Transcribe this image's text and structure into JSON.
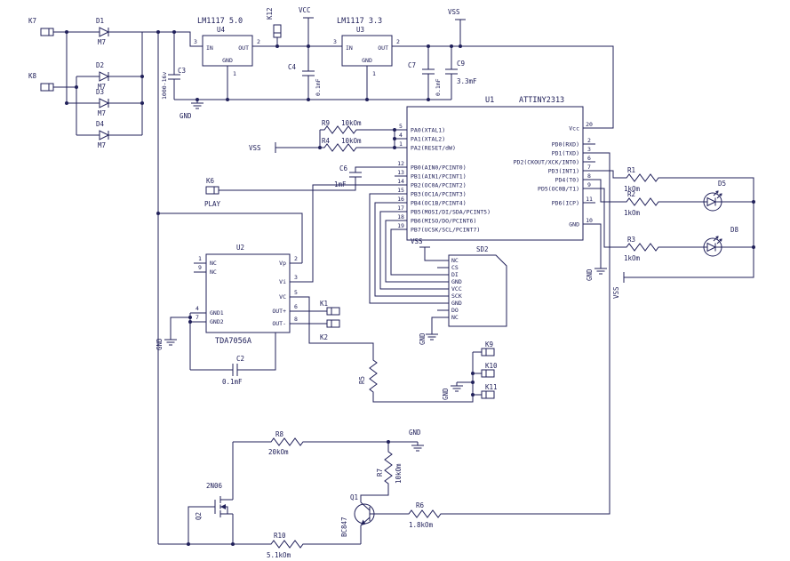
{
  "colors": {
    "ink": "#20205a"
  },
  "power": {
    "vcc": "VCC",
    "vss": "VSS",
    "gnd": "GND"
  },
  "connectors": {
    "k1": "K1",
    "k2": "K2",
    "k6": "K6",
    "k6_caption": "PLAY",
    "k7": "K7",
    "k8": "K8",
    "k9": "K9",
    "k10": "K10",
    "k11": "K11",
    "k12": "K12"
  },
  "diodes": {
    "d1": {
      "ref": "D1",
      "value": "M7"
    },
    "d2": {
      "ref": "D2",
      "value": "M7"
    },
    "d3": {
      "ref": "D3",
      "value": "M7"
    },
    "d4": {
      "ref": "D4",
      "value": "M7"
    }
  },
  "leds": {
    "d5": "D5",
    "d8": "D8"
  },
  "regulators": {
    "u4": {
      "ref": "U4",
      "part": "LM1117 5.0",
      "pin_in": "IN",
      "pin_out": "OUT",
      "pin_gnd": "GND",
      "num_in": "3",
      "num_out": "2",
      "num_gnd": "1"
    },
    "u3": {
      "ref": "U3",
      "part": "LM1117 3.3",
      "pin_in": "IN",
      "pin_out": "OUT",
      "pin_gnd": "GND",
      "num_in": "3",
      "num_out": "2",
      "num_gnd": "1"
    }
  },
  "capacitors": {
    "c2": {
      "ref": "C2",
      "value": "0.1mF"
    },
    "c3": {
      "ref": "C3",
      "value": "1000-16v"
    },
    "c4": {
      "ref": "C4",
      "value": "0.1mF"
    },
    "c6": {
      "ref": "C6",
      "value": "1mF"
    },
    "c7": {
      "ref": "C7",
      "value": "0.1mF"
    },
    "c9": {
      "ref": "C9",
      "value": "3.3mF"
    }
  },
  "resistors": {
    "r1": {
      "ref": "R1",
      "value": "1kOm"
    },
    "r2": {
      "ref": "R2",
      "value": "1kOm"
    },
    "r3": {
      "ref": "R3",
      "value": "1kOm"
    },
    "r4": {
      "ref": "R4",
      "value": "10kOm"
    },
    "r5": {
      "ref": "R5"
    },
    "r6": {
      "ref": "R6",
      "value": "1.8kOm"
    },
    "r7": {
      "ref": "R7",
      "value": "10kOm"
    },
    "r8": {
      "ref": "R8",
      "value": "20kOm"
    },
    "r9": {
      "ref": "R9",
      "value": "10kOm"
    },
    "r10": {
      "ref": "R10",
      "value": "5.1kOm"
    }
  },
  "transistors": {
    "q1": {
      "ref": "Q1",
      "part": "BC847"
    },
    "q2": {
      "ref": "Q2",
      "part": "2N06"
    }
  },
  "mcu": {
    "ref": "U1",
    "part": "ATTINY2313",
    "left": [
      {
        "n": "5",
        "name": "PA0(XTAL1)"
      },
      {
        "n": "4",
        "name": "PA1(XTAL2)"
      },
      {
        "n": "1",
        "name": "PA2(RESET/dW)"
      },
      {
        "n": "12",
        "name": "PB0(AIN0/PCINT0)"
      },
      {
        "n": "13",
        "name": "PB1(AIN1/PCINT1)"
      },
      {
        "n": "14",
        "name": "PB2(OC0A/PCINT2)"
      },
      {
        "n": "15",
        "name": "PB3(OC1A/PCINT3)"
      },
      {
        "n": "16",
        "name": "PB4(OC1B/PCINT4)"
      },
      {
        "n": "17",
        "name": "PB5(MOSI/DI/SDA/PCINT5)"
      },
      {
        "n": "18",
        "name": "PB6(MISO/DO/PCINT6)"
      },
      {
        "n": "19",
        "name": "PB7(UCSK/SCL/PCINT7)"
      }
    ],
    "right": [
      {
        "n": "20",
        "name": "Vcc"
      },
      {
        "n": "2",
        "name": "PD0(RXD)"
      },
      {
        "n": "3",
        "name": "PD1(TXD)"
      },
      {
        "n": "6",
        "name": "PD2(CKOUT/XCK/INT0)"
      },
      {
        "n": "7",
        "name": "PD3(INT1)"
      },
      {
        "n": "8",
        "name": "PD4(T0)"
      },
      {
        "n": "9",
        "name": "PD5(OC0B/T1)"
      },
      {
        "n": "11",
        "name": "PD6(ICP)"
      },
      {
        "n": "10",
        "name": "GND"
      }
    ]
  },
  "amp": {
    "ref": "U2",
    "part": "TDA7056A",
    "nc1": {
      "n": "1",
      "name": "NC"
    },
    "nc2": {
      "n": "9",
      "name": "NC"
    },
    "gnd1": {
      "n": "4",
      "name": "GND1"
    },
    "gnd2": {
      "n": "7",
      "name": "GND2"
    },
    "vp": {
      "n": "2",
      "name": "Vp"
    },
    "vi": {
      "n": "3",
      "name": "Vi"
    },
    "vc": {
      "n": "5",
      "name": "VC"
    },
    "outp": {
      "n": "6",
      "name": "OUT+"
    },
    "outm": {
      "n": "8",
      "name": "OUT-"
    }
  },
  "sd": {
    "ref": "SD2",
    "pins": [
      "NC",
      "CS",
      "DI",
      "GND",
      "VCC",
      "SCK",
      "GND",
      "DO",
      "NC"
    ]
  }
}
